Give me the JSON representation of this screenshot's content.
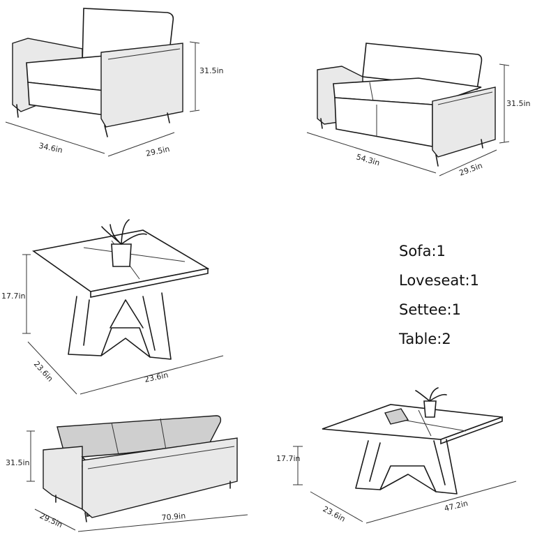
{
  "armchair": {
    "height": "31.5in",
    "width": "34.6in",
    "depth": "29.5in"
  },
  "loveseat": {
    "height": "31.5in",
    "width": "54.3in",
    "depth": "29.5in"
  },
  "square_table": {
    "height": "17.7in",
    "depth": "23.6in",
    "width": "23.6in"
  },
  "sofa": {
    "height": "31.5in",
    "depth": "29.5in",
    "width": "70.9in"
  },
  "coffee_table": {
    "height": "17.7in",
    "depth": "23.6in",
    "width": "47.2in"
  },
  "counts": [
    {
      "label": "Sofa:1"
    },
    {
      "label": "Loveseat:1"
    },
    {
      "label": "Settee:1"
    },
    {
      "label": "Table:2"
    }
  ]
}
